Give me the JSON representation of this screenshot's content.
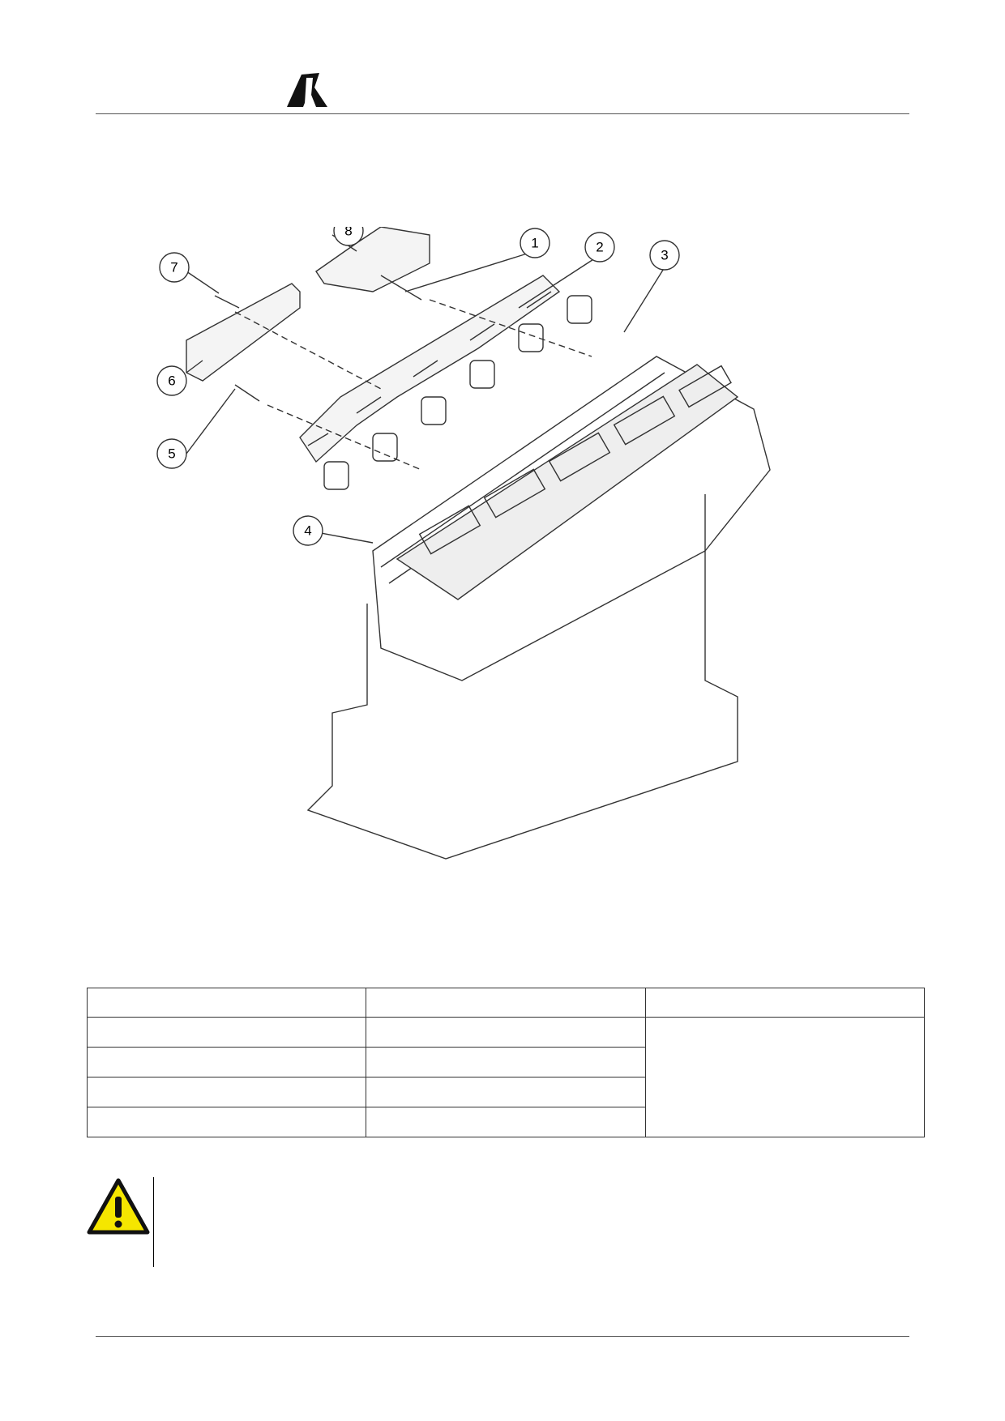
{
  "header": {
    "logo": "brand-logo"
  },
  "figure": {
    "callouts": [
      "1",
      "2",
      "3",
      "4",
      "5",
      "6",
      "7",
      "8"
    ]
  },
  "table": {
    "rows": [
      [
        "",
        "",
        ""
      ],
      [
        "",
        "",
        ""
      ],
      [
        "",
        "",
        ""
      ],
      [
        "",
        "",
        ""
      ],
      [
        "",
        "",
        ""
      ]
    ]
  },
  "warning": {
    "icon": "warning-triangle-icon",
    "text": ""
  },
  "colors": {
    "warning_fill": "#f5e600",
    "line": "#555555"
  }
}
